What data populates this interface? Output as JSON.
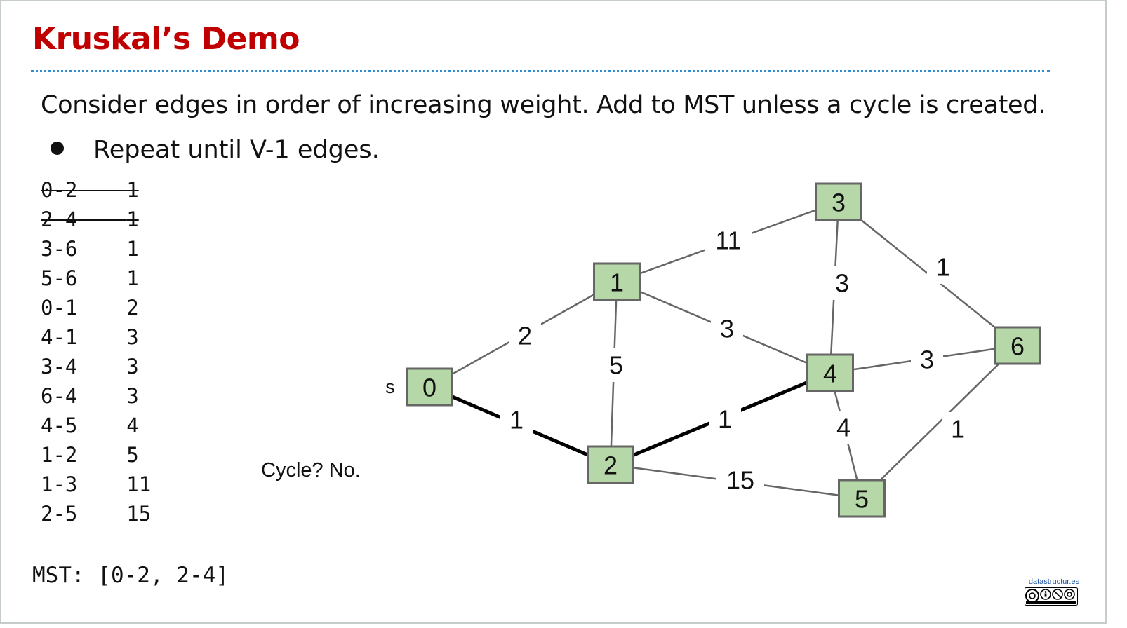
{
  "slide": {
    "title": "Kruskal’s Demo",
    "intro": "Consider edges in order of increasing weight. Add to MST unless a cycle is created.",
    "bullet": "Repeat until V-1 edges.",
    "cycle_note": "Cycle? No.",
    "mst_label": "MST: [0-2, 2-4]",
    "footer_link": "datastructur.es",
    "license_badge_icon": "creative-commons-by-nc-sa-icon"
  },
  "edge_list": [
    {
      "edge": "0-2",
      "weight": "1",
      "struck": true
    },
    {
      "edge": "2-4",
      "weight": "1",
      "struck": true
    },
    {
      "edge": "3-6",
      "weight": "1",
      "struck": false
    },
    {
      "edge": "5-6",
      "weight": "1",
      "struck": false
    },
    {
      "edge": "0-1",
      "weight": "2",
      "struck": false
    },
    {
      "edge": "4-1",
      "weight": "3",
      "struck": false
    },
    {
      "edge": "3-4",
      "weight": "3",
      "struck": false
    },
    {
      "edge": "6-4",
      "weight": "3",
      "struck": false
    },
    {
      "edge": "4-5",
      "weight": "4",
      "struck": false
    },
    {
      "edge": "1-2",
      "weight": "5",
      "struck": false
    },
    {
      "edge": "1-3",
      "weight": "11",
      "struck": false
    },
    {
      "edge": "2-5",
      "weight": "15",
      "struck": false
    }
  ],
  "graph": {
    "source_marker": "s",
    "vertices": [
      "0",
      "1",
      "2",
      "3",
      "4",
      "5",
      "6"
    ],
    "edges": [
      {
        "from": "0",
        "to": "1",
        "weight": "2",
        "in_mst": false
      },
      {
        "from": "0",
        "to": "2",
        "weight": "1",
        "in_mst": true
      },
      {
        "from": "1",
        "to": "2",
        "weight": "5",
        "in_mst": false
      },
      {
        "from": "1",
        "to": "3",
        "weight": "11",
        "in_mst": false
      },
      {
        "from": "1",
        "to": "4",
        "weight": "3",
        "in_mst": false
      },
      {
        "from": "2",
        "to": "4",
        "weight": "1",
        "in_mst": true
      },
      {
        "from": "2",
        "to": "5",
        "weight": "15",
        "in_mst": false
      },
      {
        "from": "3",
        "to": "4",
        "weight": "3",
        "in_mst": false
      },
      {
        "from": "3",
        "to": "6",
        "weight": "1",
        "in_mst": false
      },
      {
        "from": "4",
        "to": "6",
        "weight": "3",
        "in_mst": false
      },
      {
        "from": "4",
        "to": "5",
        "weight": "4",
        "in_mst": false
      },
      {
        "from": "5",
        "to": "6",
        "weight": "1",
        "in_mst": false
      }
    ]
  },
  "colors": {
    "title": "#c00000",
    "rule": "#2f8fd1",
    "node_fill": "#b6d7a8",
    "node_stroke": "#666666",
    "edge": "#666666",
    "mst_edge": "#000000"
  }
}
